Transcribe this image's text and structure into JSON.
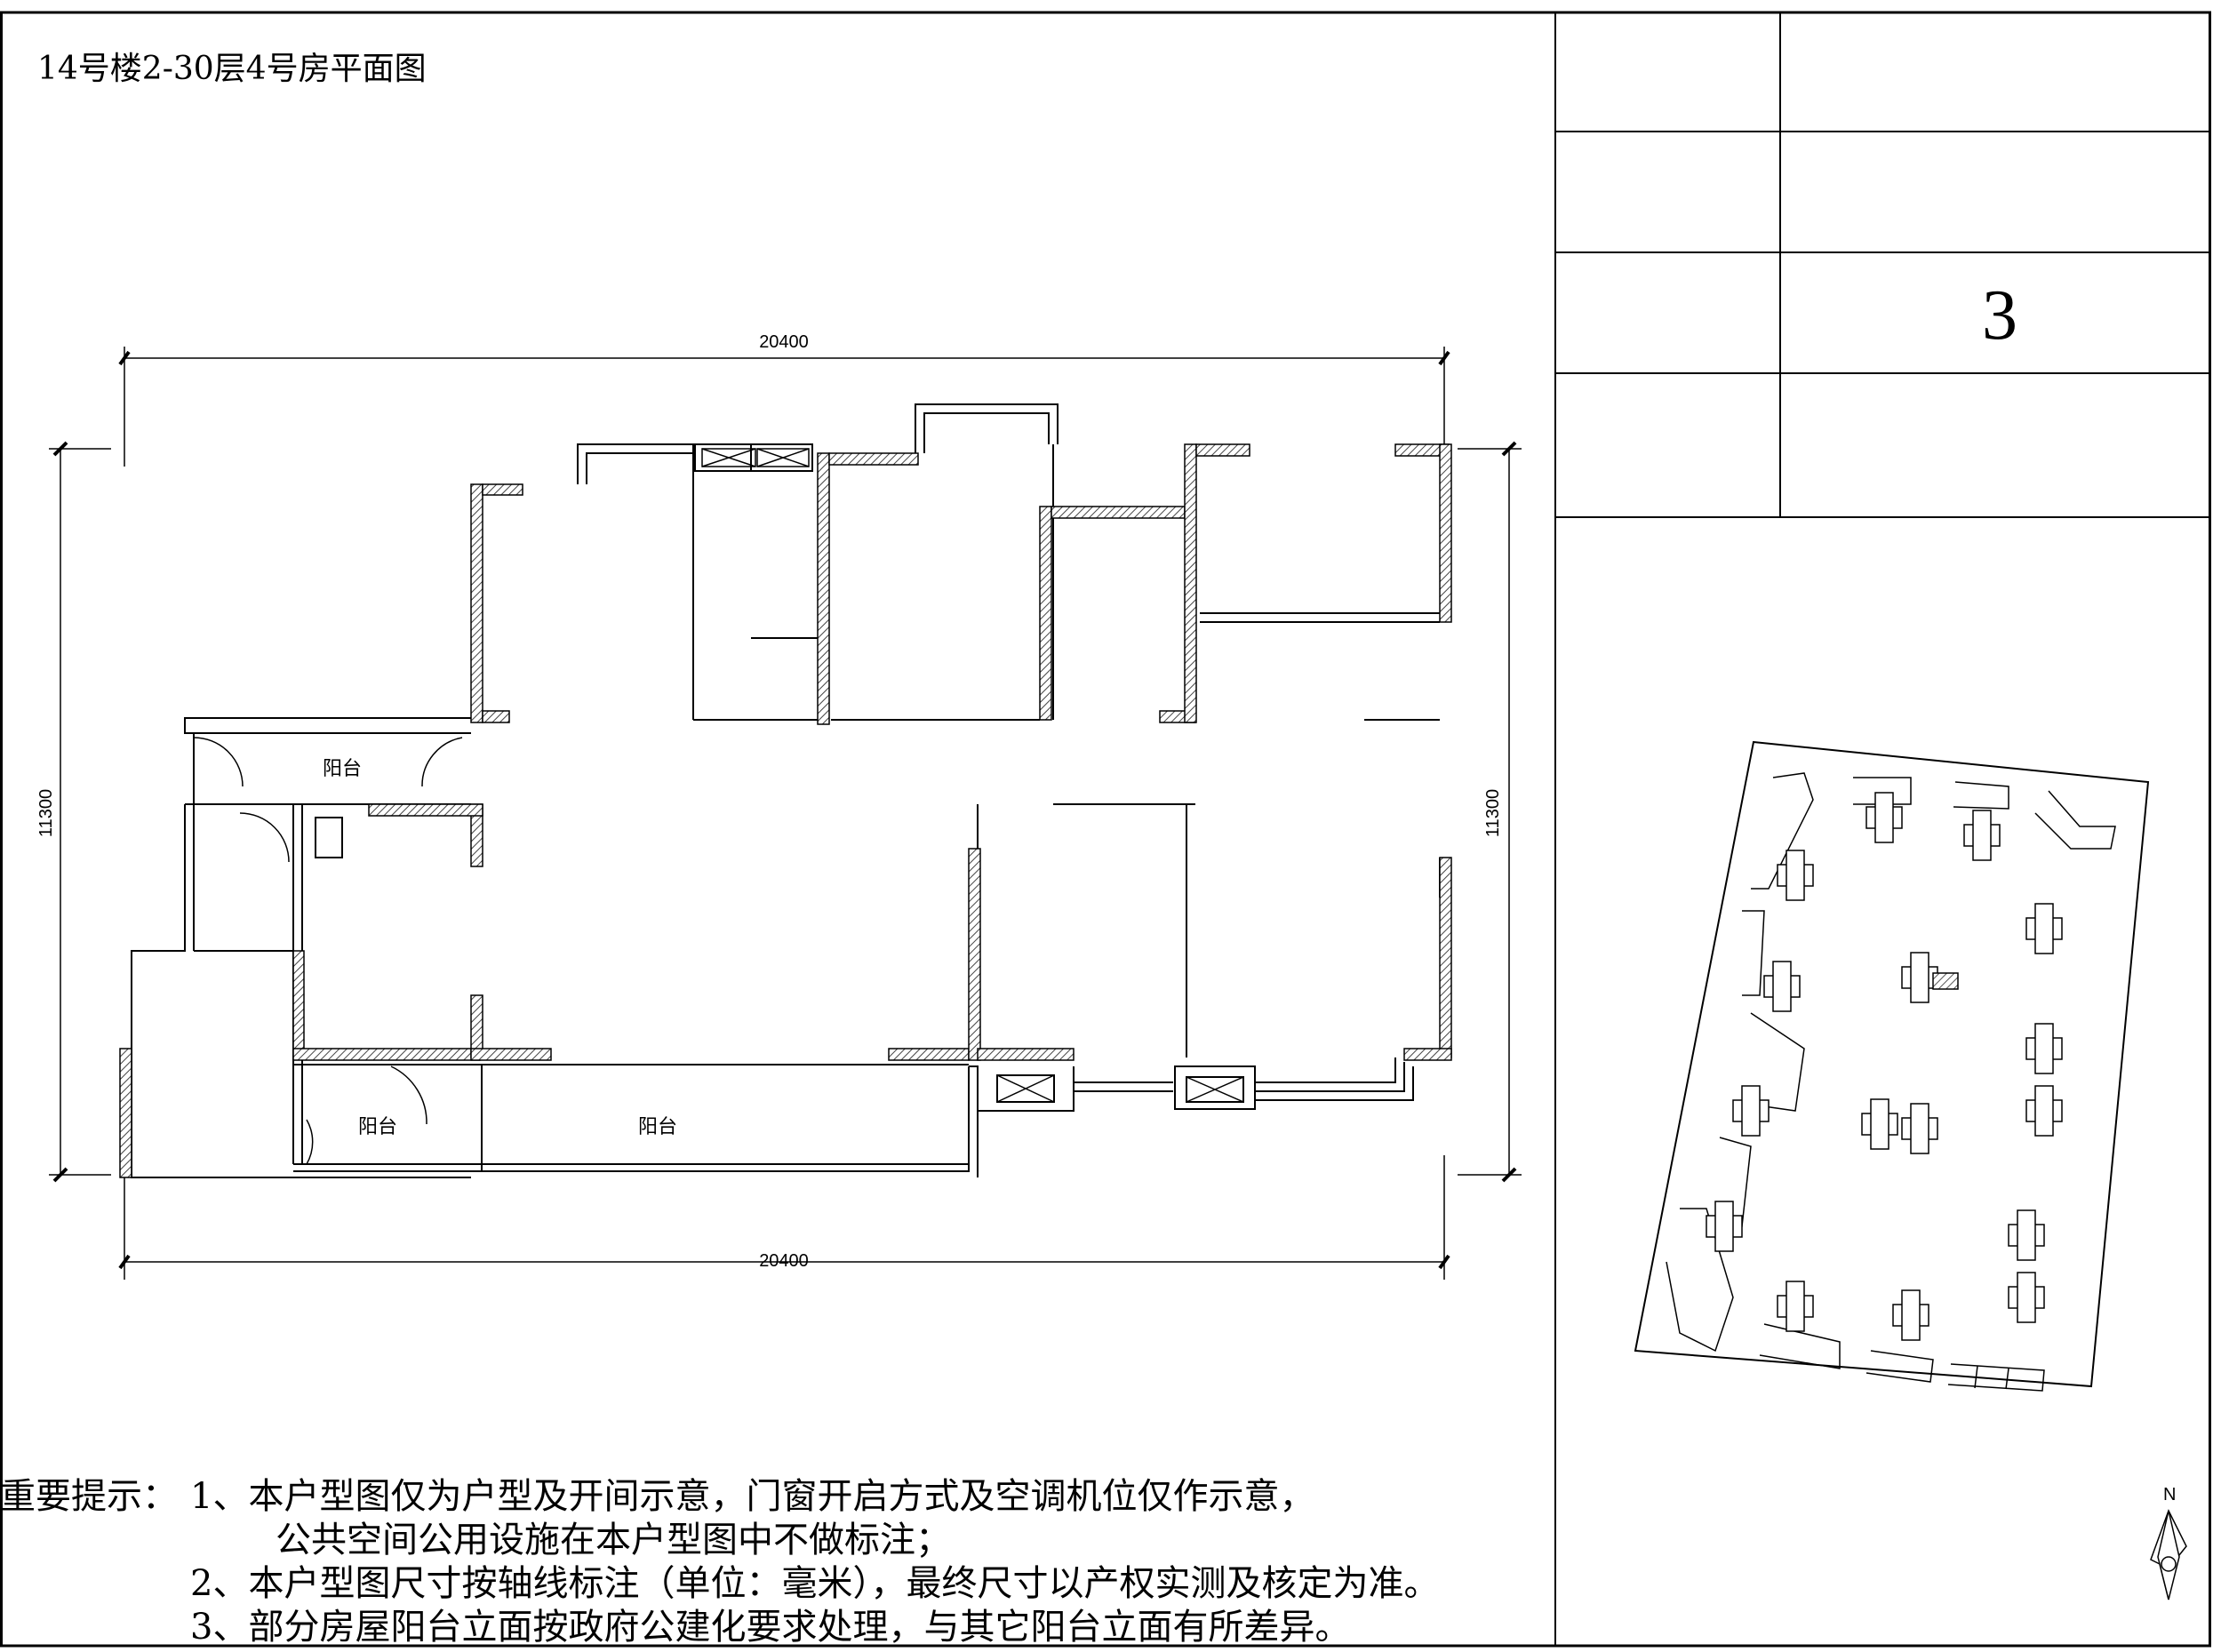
{
  "title": "14号楼2-30层4号房平面图",
  "title_block": {
    "sheet_number": "3"
  },
  "plan": {
    "dimensions": {
      "top": "20400",
      "bottom": "20400",
      "left": "11300",
      "right": "11300"
    },
    "rooms": {
      "balcony_west": "阳台",
      "balcony_south_small": "阳台",
      "balcony_south_large": "阳台"
    }
  },
  "site_map": {
    "north_label": "N"
  },
  "notes": {
    "lead": "重要提示：",
    "item1": "1、本户型图仅为户型及开间示意，门窗开启方式及空调机位仅作示意，",
    "item1b": "公共空间公用设施在本户型图中不做标注；",
    "item2": "2、本户型图尺寸按轴线标注（单位：毫米），最终尺寸以产权实测及核定为准。",
    "item3": "3、部分房屋阳台立面按政府公建化要求处理，与其它阳台立面有所差异。"
  }
}
